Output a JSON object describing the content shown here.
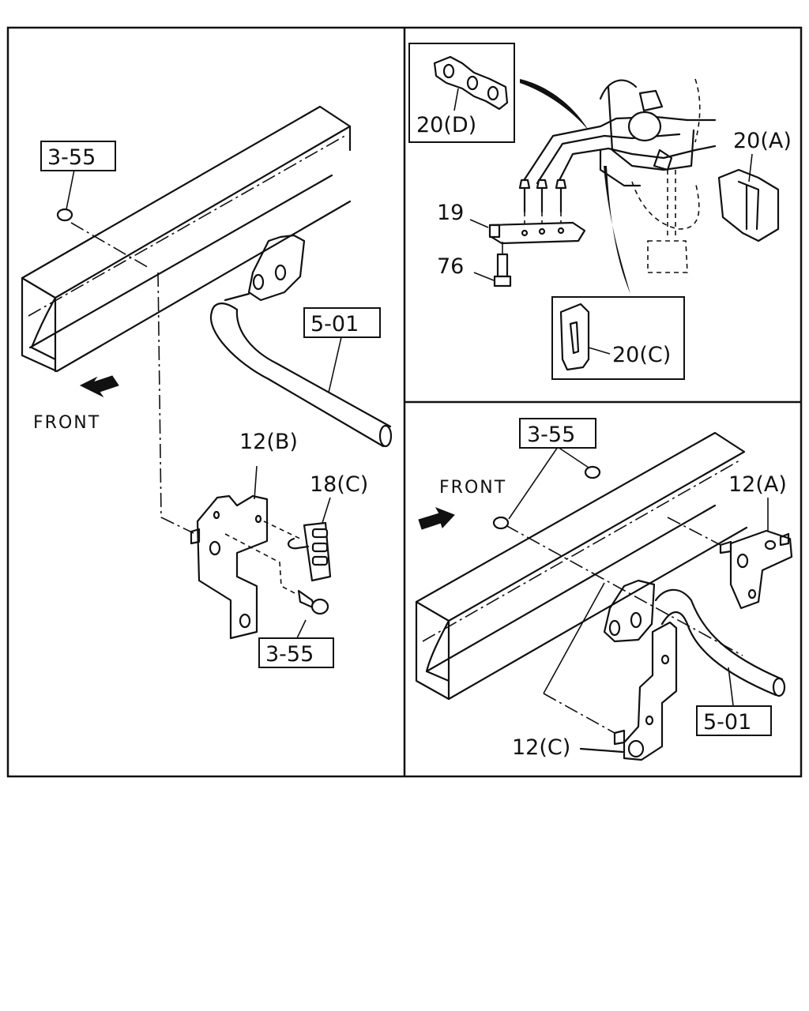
{
  "labels": {
    "ref_3_55_tl": "3-55",
    "ref_5_01_l": "5-01",
    "front_l": "FRONT",
    "part_12b": "12(B)",
    "part_18c": "18(C)",
    "ref_3_55_bl": "3-55",
    "part_20d": "20(D)",
    "part_20a": "20(A)",
    "part_19": "19",
    "part_76": "76",
    "part_20c": "20(C)",
    "ref_3_55_r": "3-55",
    "front_r": "FRONT",
    "part_12a": "12(A)",
    "ref_5_01_r": "5-01",
    "part_12c": "12(C)"
  }
}
